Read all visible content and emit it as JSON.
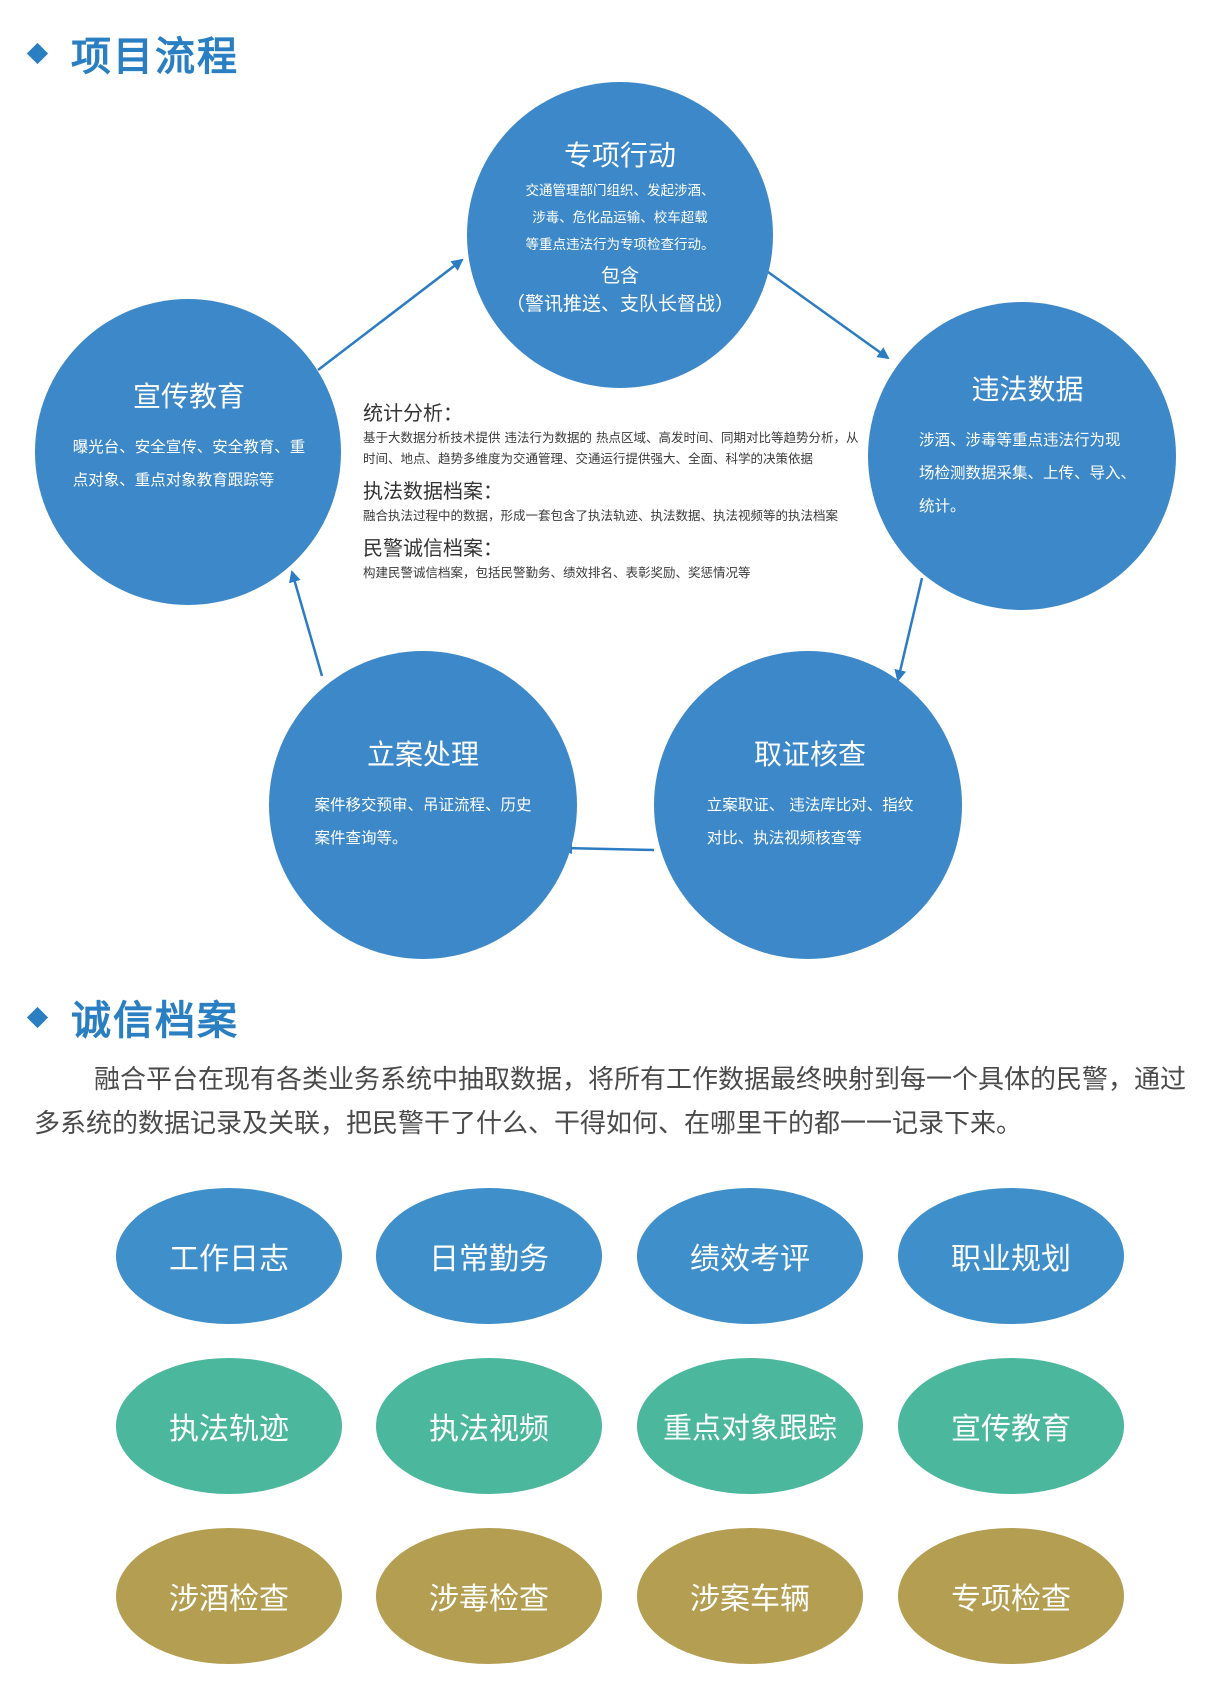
{
  "sections": {
    "process_title": "项目流程",
    "credit_title": "诚信档案"
  },
  "process": {
    "top": {
      "title": "专项行动",
      "lines": [
        "交通管理部门组织、发起涉酒、",
        "涉毒、危化品运输、校车超载",
        "等重点违法行为专项检查行动。"
      ],
      "sub_lines": [
        "包含",
        "（警讯推送、支队长督战）"
      ]
    },
    "left": {
      "title": "宣传教育",
      "lines": [
        "曝光台、安全宣传、安全教育、重",
        "点对象、重点对象教育跟踪等"
      ]
    },
    "right": {
      "title": "违法数据",
      "lines": [
        "涉酒、涉毒等重点违法行为现",
        "场检测数据采集、上传、导入、",
        "统计。"
      ]
    },
    "bottom_left": {
      "title": "立案处理",
      "lines": [
        "案件移交预审、吊证流程、历史",
        "案件查询等。"
      ]
    },
    "bottom_right": {
      "title": "取证核查",
      "lines": [
        "立案取证、 违法库比对、指纹",
        "对比、执法视频核查等"
      ]
    },
    "center": {
      "stats_heading": "统计分析：",
      "stats_body": "基于大数据分析技术提供 违法行为数据的 热点区域、高发时间、同期对比等趋势分析，从时间、地点、趋势多维度为交通管理、交通运行提供强大、全面、科学的决策依据",
      "archive_heading": "执法数据档案：",
      "archive_body": "融合执法过程中的数据，形成一套包含了执法轨迹、执法数据、执法视频等的执法档案",
      "credit_heading": "民警诚信档案：",
      "credit_body": "构建民警诚信档案，包括民警勤务、绩效排名、表彰奖励、奖惩情况等"
    }
  },
  "credit": {
    "paragraph": "融合平台在现有各类业务系统中抽取数据，将所有工作数据最终映射到每一个具体的民警，通过多系统的数据记录及关联，把民警干了什么、干得如何、在哪里干的都一一记录下来。",
    "row1": [
      "工作日志",
      "日常勤务",
      "绩效考评",
      "职业规划"
    ],
    "row2": [
      "执法轨迹",
      "执法视频",
      "重点对象跟踪",
      "宣传教育"
    ],
    "row3": [
      "涉酒检查",
      "涉毒检查",
      "涉案车辆",
      "专项检查"
    ]
  },
  "colors": {
    "accent": "#2a7fc2",
    "circle": "#3d88c9",
    "arrow": "#2b7cc2",
    "row_blue": "#3e8fca",
    "row_green": "#4bb79c",
    "row_olive": "#b39e51"
  }
}
